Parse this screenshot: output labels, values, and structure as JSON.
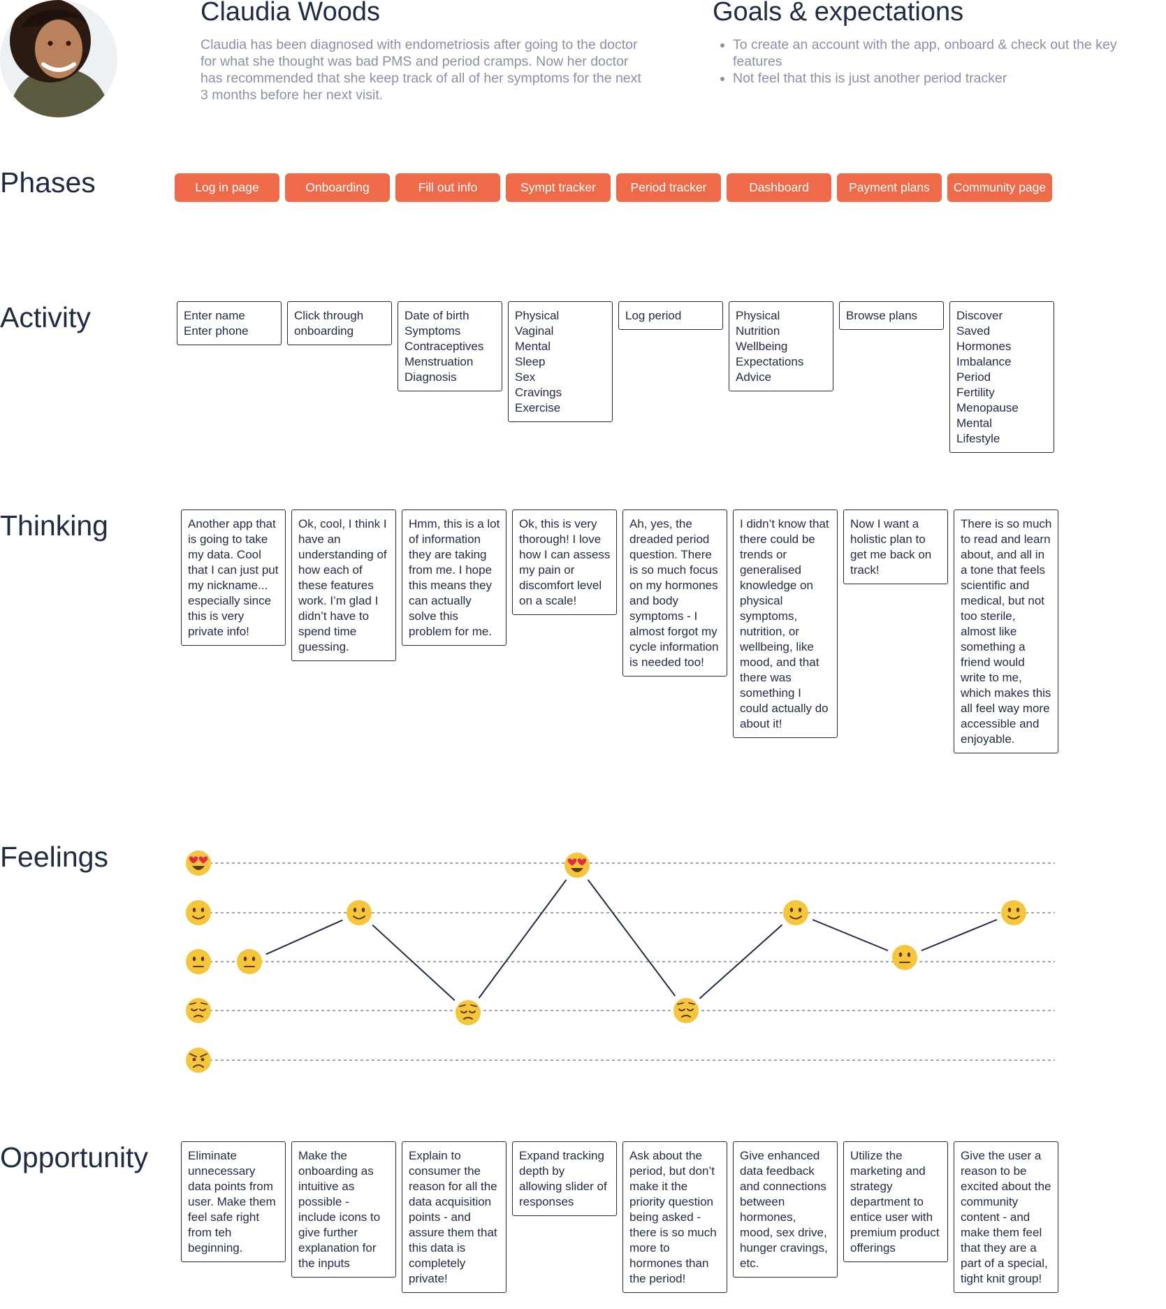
{
  "persona": {
    "name": "Claudia Woods",
    "description": "Claudia has been diagnosed with endometriosis after going to the doctor for what she thought was bad PMS and period cramps. Now her doctor has recommended that she keep track of all of her symptoms for the next 3 months before her next visit."
  },
  "goals": {
    "title": "Goals & expectations",
    "items": [
      "To create an account with the app, onboard & check out the key features",
      "Not feel that this is just another period tracker"
    ]
  },
  "rows": {
    "phases": "Phases",
    "activity": "Activity",
    "thinking": "Thinking",
    "feelings": "Feelings",
    "opportunity": "Opportunity"
  },
  "phases": [
    "Log in page",
    "Onboarding",
    "Fill out info",
    "Sympt tracker",
    "Period tracker",
    "Dashboard",
    "Payment plans",
    "Community page"
  ],
  "activity": [
    [
      "Enter name",
      "Enter phone"
    ],
    [
      "Click through",
      "onboarding"
    ],
    [
      "Date of birth",
      "Symptoms",
      "Contraceptives",
      "Menstruation",
      "Diagnosis"
    ],
    [
      "Physical",
      "Vaginal",
      "Mental",
      "Sleep",
      "Sex",
      "Cravings",
      "Exercise"
    ],
    [
      "Log period"
    ],
    [
      "Physical",
      "Nutrition",
      "Wellbeing",
      "Expectations",
      "Advice"
    ],
    [
      "Browse plans"
    ],
    [
      "Discover",
      "Saved",
      "Hormones",
      "Imbalance",
      "Period",
      "Fertility",
      "Menopause",
      "Mental",
      "Lifestyle"
    ]
  ],
  "thinking": [
    "Another app that is going to take my data. Cool that I can just put my nickname... especially since this is very private info!",
    "Ok, cool, I think I have an understanding of how each of these features work. I’m glad I didn’t have to spend time guessing.",
    "Hmm,  this is a lot of information they are taking from me. I hope this means they can actually solve this problem for me.",
    "Ok, this is very thorough! I love how I can assess my pain or discomfort level on a scale!",
    "Ah, yes, the dreaded period question. There is so much focus on my hormones and body symptoms - I almost forgot my cycle information is needed too!",
    "I didn’t know that there could be trends or generalised knowledge on physical symptoms, nutrition, or wellbeing, like mood, and that there was something I could actually do about it!",
    "Now I want a holistic plan to get me back on track!",
    "There is so much to read and learn about, and all in a tone that feels scientific and medical, but not too sterile, almost like something a friend would write to me, which makes this all feel way more accessible and enjoyable."
  ],
  "opportunity": [
    "Eliminate unnecessary data points from user. Make them feel safe right from teh beginning.",
    "Make the onboarding as intuitive as possible - include icons to give further explanation for the inputs",
    "Explain to consumer the reason for all the data acquisition points - and assure them that this data is completely private!",
    "Expand tracking depth by allowing slider of responses",
    "Ask about the period, but don’t make it the priority question being asked - there is so much more to hormones than the period!",
    "Give enhanced data feedback and connections between hormones, mood, sex drive, hunger cravings, etc.",
    "Utilize the marketing and strategy department to entice user with premium product offerings",
    "Give the user a reason to be excited about the community content - and make them feel that they are a part of a special, tight knit group!"
  ],
  "feelings": {
    "scale": [
      "heart-eyes",
      "smile",
      "neutral",
      "pensive",
      "angry"
    ],
    "levels": [
      2,
      1,
      3,
      0,
      3,
      1,
      2,
      1
    ],
    "colors": {
      "face": "#f7c53a",
      "heart": "#e8264a",
      "line": "#1f2a44",
      "grid": "#6b7286"
    }
  },
  "colors": {
    "phase": "#ef6a48",
    "text": "#1f2a44",
    "muted": "#8a91a7"
  }
}
